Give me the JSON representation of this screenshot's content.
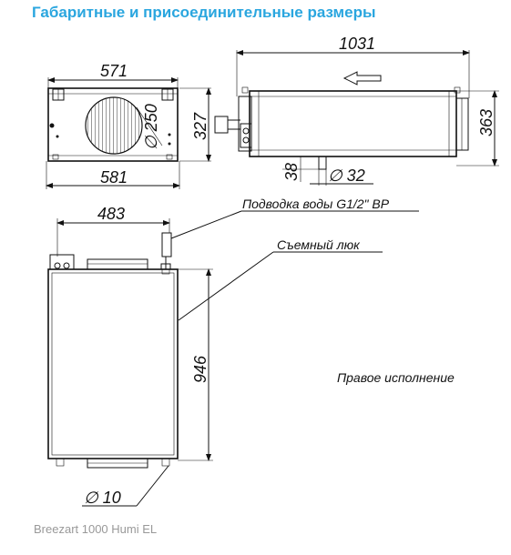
{
  "header": {
    "title": "Габаритные и присоединительные размеры"
  },
  "dimensions": {
    "front_width_top": "571",
    "front_width_bottom": "581",
    "front_height": "327",
    "fan_diameter": "∅ 250",
    "side_length": "1031",
    "side_height": "363",
    "drain_offset": "38",
    "drain_diameter": "∅ 32",
    "top_width": "483",
    "top_length": "946",
    "mount_hole": "∅ 10"
  },
  "notes": {
    "water_supply": "Подводка воды  G1/2\" ВР",
    "hatch": "Съемный люк",
    "version": "Правое исполнение"
  },
  "footer": {
    "model": "Breezart 1000 Humi EL"
  }
}
